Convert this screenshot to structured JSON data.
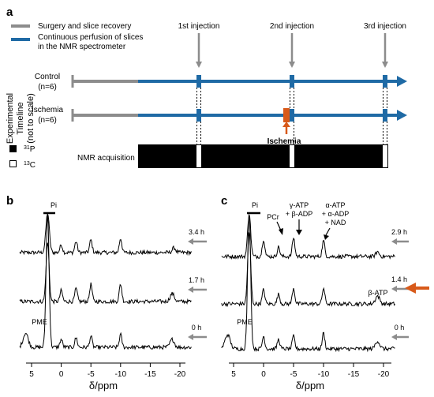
{
  "panel_a": {
    "label": "a",
    "legend": {
      "line1": "Surgery and slice recovery",
      "line2a": "Continuous perfusion of slices",
      "line2b": "in the NMR spectrometer"
    },
    "injections": [
      "1st injection",
      "2nd injection",
      "3rd injection"
    ],
    "y_title_1": "Experimental",
    "y_title_2": "Timeline",
    "y_title_3": "(not to scale)",
    "rows": [
      {
        "label": "Control",
        "n": "(n=6)"
      },
      {
        "label": "Ischemia",
        "n": "(n=6)"
      }
    ],
    "ischemia_label": "Ischemia",
    "acq_legend": {
      "p31": "31P",
      "c13": "13C"
    },
    "acq_label": "NMR acquisition",
    "colors": {
      "recovery": "#8c8c8c",
      "perfusion": "#1f6aa5",
      "ischemia": "#d85a1a",
      "arrow": "#8c8c8c"
    }
  },
  "panel_b": {
    "label": "b",
    "peak_labels": {
      "pi": "Pi",
      "pme": "PME"
    },
    "times": [
      "3.4 h",
      "1.7 h",
      "0 h"
    ],
    "x_ticks": [
      "5",
      "0",
      "-5",
      "-10",
      "-15",
      "-20"
    ],
    "xlabel": "δ/ppm"
  },
  "panel_c": {
    "label": "c",
    "peak_labels": {
      "pi": "Pi",
      "pcr": "PCr",
      "gamma_1": "γ-ATP",
      "gamma_2": "+ β-ADP",
      "alpha_1": "α-ATP",
      "alpha_2": "+ α-ADP",
      "alpha_3": "+ NAD",
      "beta": "β-ATP",
      "pme": "PME"
    },
    "times": [
      "2.9 h",
      "1.4 h",
      "0 h"
    ],
    "x_ticks": [
      "5",
      "0",
      "-5",
      "-10",
      "-15",
      "-20"
    ],
    "xlabel": "δ/ppm"
  }
}
